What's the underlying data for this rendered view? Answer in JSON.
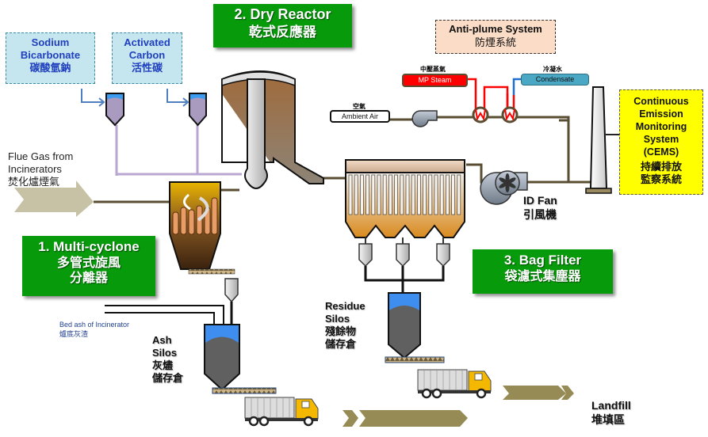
{
  "title_boxes": {
    "dry_reactor": {
      "en": "2. Dry Reactor",
      "zh": "乾式反應器"
    },
    "multi_cyclone": {
      "en": "1. Multi-cyclone",
      "zh1": "多管式旋風",
      "zh2": "分離器"
    },
    "bag_filter": {
      "en": "3. Bag Filter",
      "zh": "袋濾式集塵器"
    }
  },
  "chemicals": {
    "sodium_bicarbonate": {
      "en1": "Sodium",
      "en2": "Bicarbonate",
      "zh": "碳酸氫鈉"
    },
    "activated_carbon": {
      "en1": "Activated",
      "en2": "Carbon",
      "zh": "活性碳"
    }
  },
  "anti_plume": {
    "en": "Anti-plume System",
    "zh": "防煙系統"
  },
  "cems": {
    "l1": "Continuous",
    "l2": "Emission",
    "l3": "Monitoring",
    "l4": "System",
    "l5": "(CEMS)",
    "zh1": "持續排放",
    "zh2": "監察系統"
  },
  "streams": {
    "mp_steam": {
      "zh": "中壓蒸氣",
      "en": "MP Steam",
      "color": "#ff0000"
    },
    "condensate": {
      "zh": "冷凝水",
      "en": "Condensate",
      "color": "#4aa8c4"
    },
    "ambient_air": {
      "zh": "空氣",
      "en": "Ambient Air"
    }
  },
  "flue_gas": {
    "l1": "Flue Gas from",
    "l2": "Incinerators",
    "zh": "焚化爐煙氣"
  },
  "bed_ash": {
    "en": "Bed ash of Incinerator",
    "zh": "爐底灰渣"
  },
  "ash_silos": {
    "l1": "Ash",
    "l2": "Silos",
    "zh1": "灰燼",
    "zh2": "儲存倉"
  },
  "residue_silos": {
    "l1": "Residue",
    "l2": "Silos",
    "zh1": "殘餘物",
    "zh2": "儲存倉"
  },
  "id_fan": {
    "en": "ID Fan",
    "zh": "引風機"
  },
  "landfill": {
    "en": "Landfill",
    "zh": "堆填區"
  },
  "colors": {
    "green_box": "#079a0b",
    "pipe": "#5a4e32",
    "chem_line": "#b9a6d2",
    "arrow_khaki": "#968a55",
    "truck_cab": "#f5b800",
    "cems_yellow": "#ffff00",
    "anti_plume_bg": "#fbdcc7"
  }
}
